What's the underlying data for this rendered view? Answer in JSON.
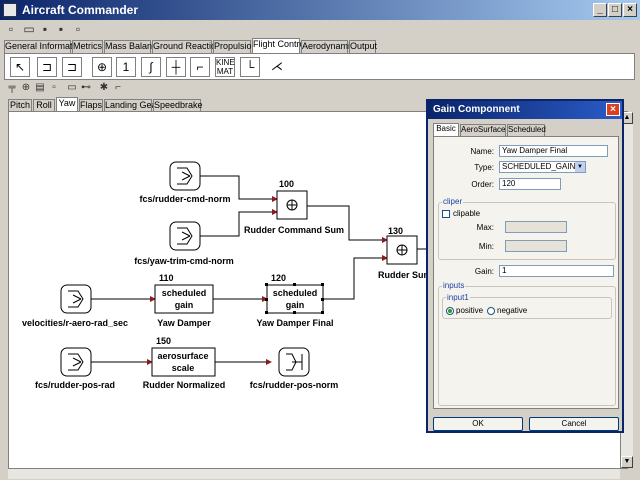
{
  "window": {
    "title": "Aircraft Commander"
  },
  "main_tabs": [
    "General Information",
    "Metrics",
    "Mass Balance",
    "Ground Reactions",
    "Propulsion",
    "Flight Control",
    "Aerodynamics",
    "Output"
  ],
  "main_active_tab": "Flight Control",
  "sub_tabs": [
    "Pitch",
    "Roll",
    "Yaw",
    "Flaps",
    "Landing Gear",
    "Speedbrake"
  ],
  "sub_active_tab": "Yaw",
  "tools": [
    "pointer",
    "input-port",
    "output-port",
    "summer",
    "gain",
    "scheduled-gain",
    "deadband",
    "filter",
    "kinemat",
    "plot",
    "switch"
  ],
  "tool_labels": {
    "kinemat": "KINE\nMAT"
  },
  "diagram": {
    "blocks": [
      {
        "id": "rudder-cmd-in",
        "caption": "fcs/rudder-cmd-norm"
      },
      {
        "id": "yaw-trim-in",
        "caption": "fcs/yaw-trim-cmd-norm"
      },
      {
        "id": "sum100",
        "number": "100",
        "caption": "Rudder Command Sum"
      },
      {
        "id": "velocity-in",
        "caption": "velocities/r-aero-rad_sec"
      },
      {
        "id": "gain110",
        "number": "110",
        "text1": "scheduled",
        "text2": "gain",
        "caption": "Yaw Damper"
      },
      {
        "id": "gain120",
        "number": "120",
        "text1": "scheduled",
        "text2": "gain",
        "caption": "Yaw Damper Final"
      },
      {
        "id": "sum130",
        "number": "130",
        "caption": "Rudder Sum"
      },
      {
        "id": "rudder-pos-in",
        "caption": "fcs/rudder-pos-rad"
      },
      {
        "id": "aero150",
        "number": "150",
        "text1": "aerosurface",
        "text2": "scale",
        "caption": "Rudder Normalized"
      },
      {
        "id": "rudder-pos-out",
        "caption": "fcs/rudder-pos-norm"
      }
    ]
  },
  "dialog": {
    "title": "Gain Componnent",
    "tabs": [
      "Basic",
      "AeroSurface",
      "Scheduled"
    ],
    "active_tab": "Basic",
    "name_label": "Name:",
    "name_value": "Yaw Damper Final",
    "type_label": "Type:",
    "type_value": "SCHEDULED_GAIN",
    "order_label": "Order:",
    "order_value": "120",
    "clipper_group": "cliper",
    "clipable_label": "clipable",
    "clipable_checked": false,
    "max_label": "Max:",
    "max_value": "",
    "min_label": "Min:",
    "min_value": "",
    "gain_label": "Gain:",
    "gain_value": "1",
    "inputs_group": "inputs",
    "input1_group": "input1",
    "positive_label": "positive",
    "negative_label": "negative",
    "sign_selected": "positive",
    "ok_label": "OK",
    "cancel_label": "Cancel"
  },
  "colors": {
    "title_bar": "#0a246a",
    "canvas": "#ffffff",
    "wire": "#000000",
    "arrow": "#8b1a1a",
    "dialog_border": "#0a246a"
  }
}
